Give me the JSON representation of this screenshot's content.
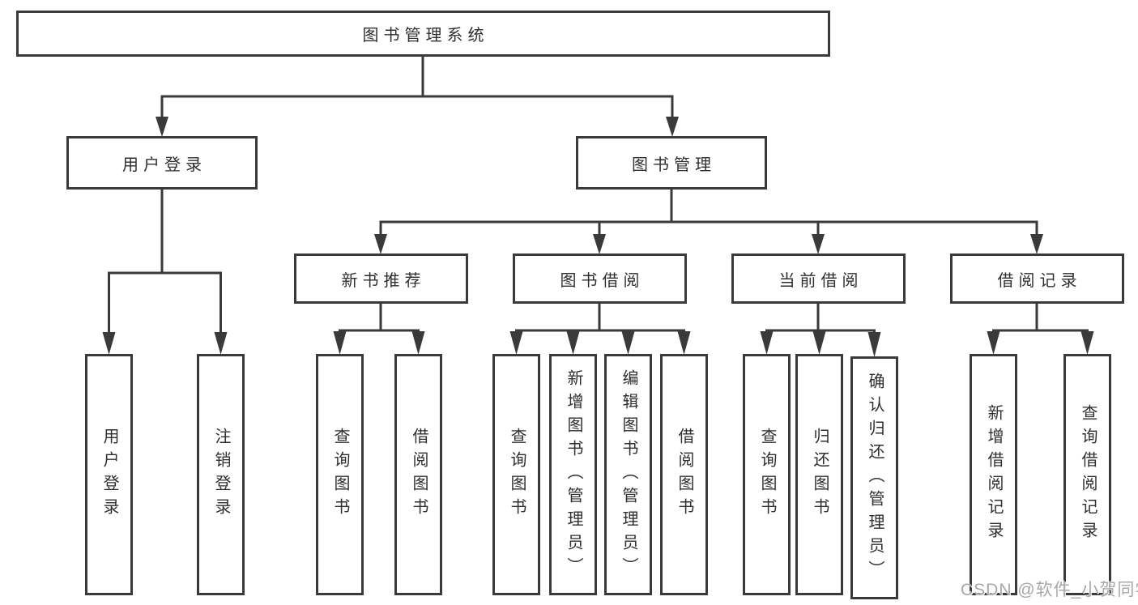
{
  "tree": {
    "root": {
      "label": "图书管理系统"
    },
    "branches": [
      {
        "label": "用户登录",
        "leaves": [
          {
            "label": "用户登录"
          },
          {
            "label": "注销登录"
          }
        ]
      },
      {
        "label": "图书管理",
        "sections": [
          {
            "label": "新书推荐",
            "leaves": [
              {
                "label": "查询图书"
              },
              {
                "label": "借阅图书"
              }
            ]
          },
          {
            "label": "图书借阅",
            "leaves": [
              {
                "label": "查询图书"
              },
              {
                "label": "新增图书（管理员）"
              },
              {
                "label": "编辑图书（管理员）"
              },
              {
                "label": "借阅图书"
              }
            ]
          },
          {
            "label": "当前借阅",
            "leaves": [
              {
                "label": "查询图书"
              },
              {
                "label": "归还图书"
              },
              {
                "label": "确认归还（管理员）"
              }
            ]
          },
          {
            "label": "借阅记录",
            "leaves": [
              {
                "label": "新增借阅记录"
              },
              {
                "label": "查询借阅记录"
              }
            ]
          }
        ]
      }
    ]
  },
  "watermark": "CSDN @软件_小贺同学",
  "colors": {
    "line": "#3a3a3a",
    "border": "#3a3a3a",
    "text": "#2f2f2f",
    "watermark": "#a8a8a8",
    "background": "#ffffff"
  }
}
